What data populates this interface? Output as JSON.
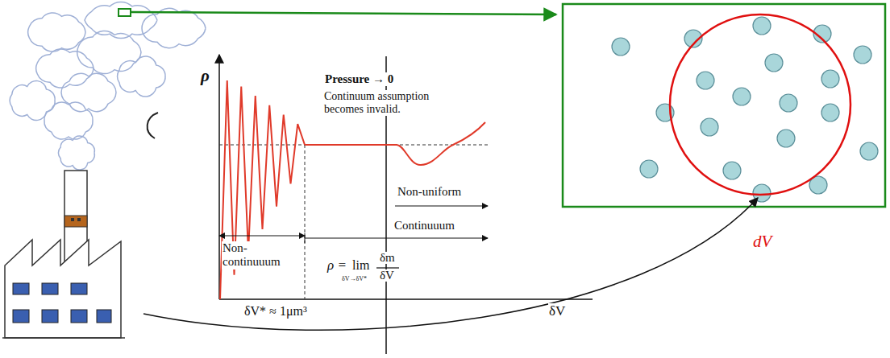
{
  "diagram": {
    "labels": [
      "ρ",
      "Pressure → 0",
      "Continuum assumption becomes invalid.",
      "Non-uniform",
      "Continuuum",
      "Non- continuuum",
      "ρ =",
      "lim",
      "δV→δV*",
      "δm",
      "δV",
      "δV* ≈ 1μm³",
      "δV",
      "dV"
    ]
  }
}
